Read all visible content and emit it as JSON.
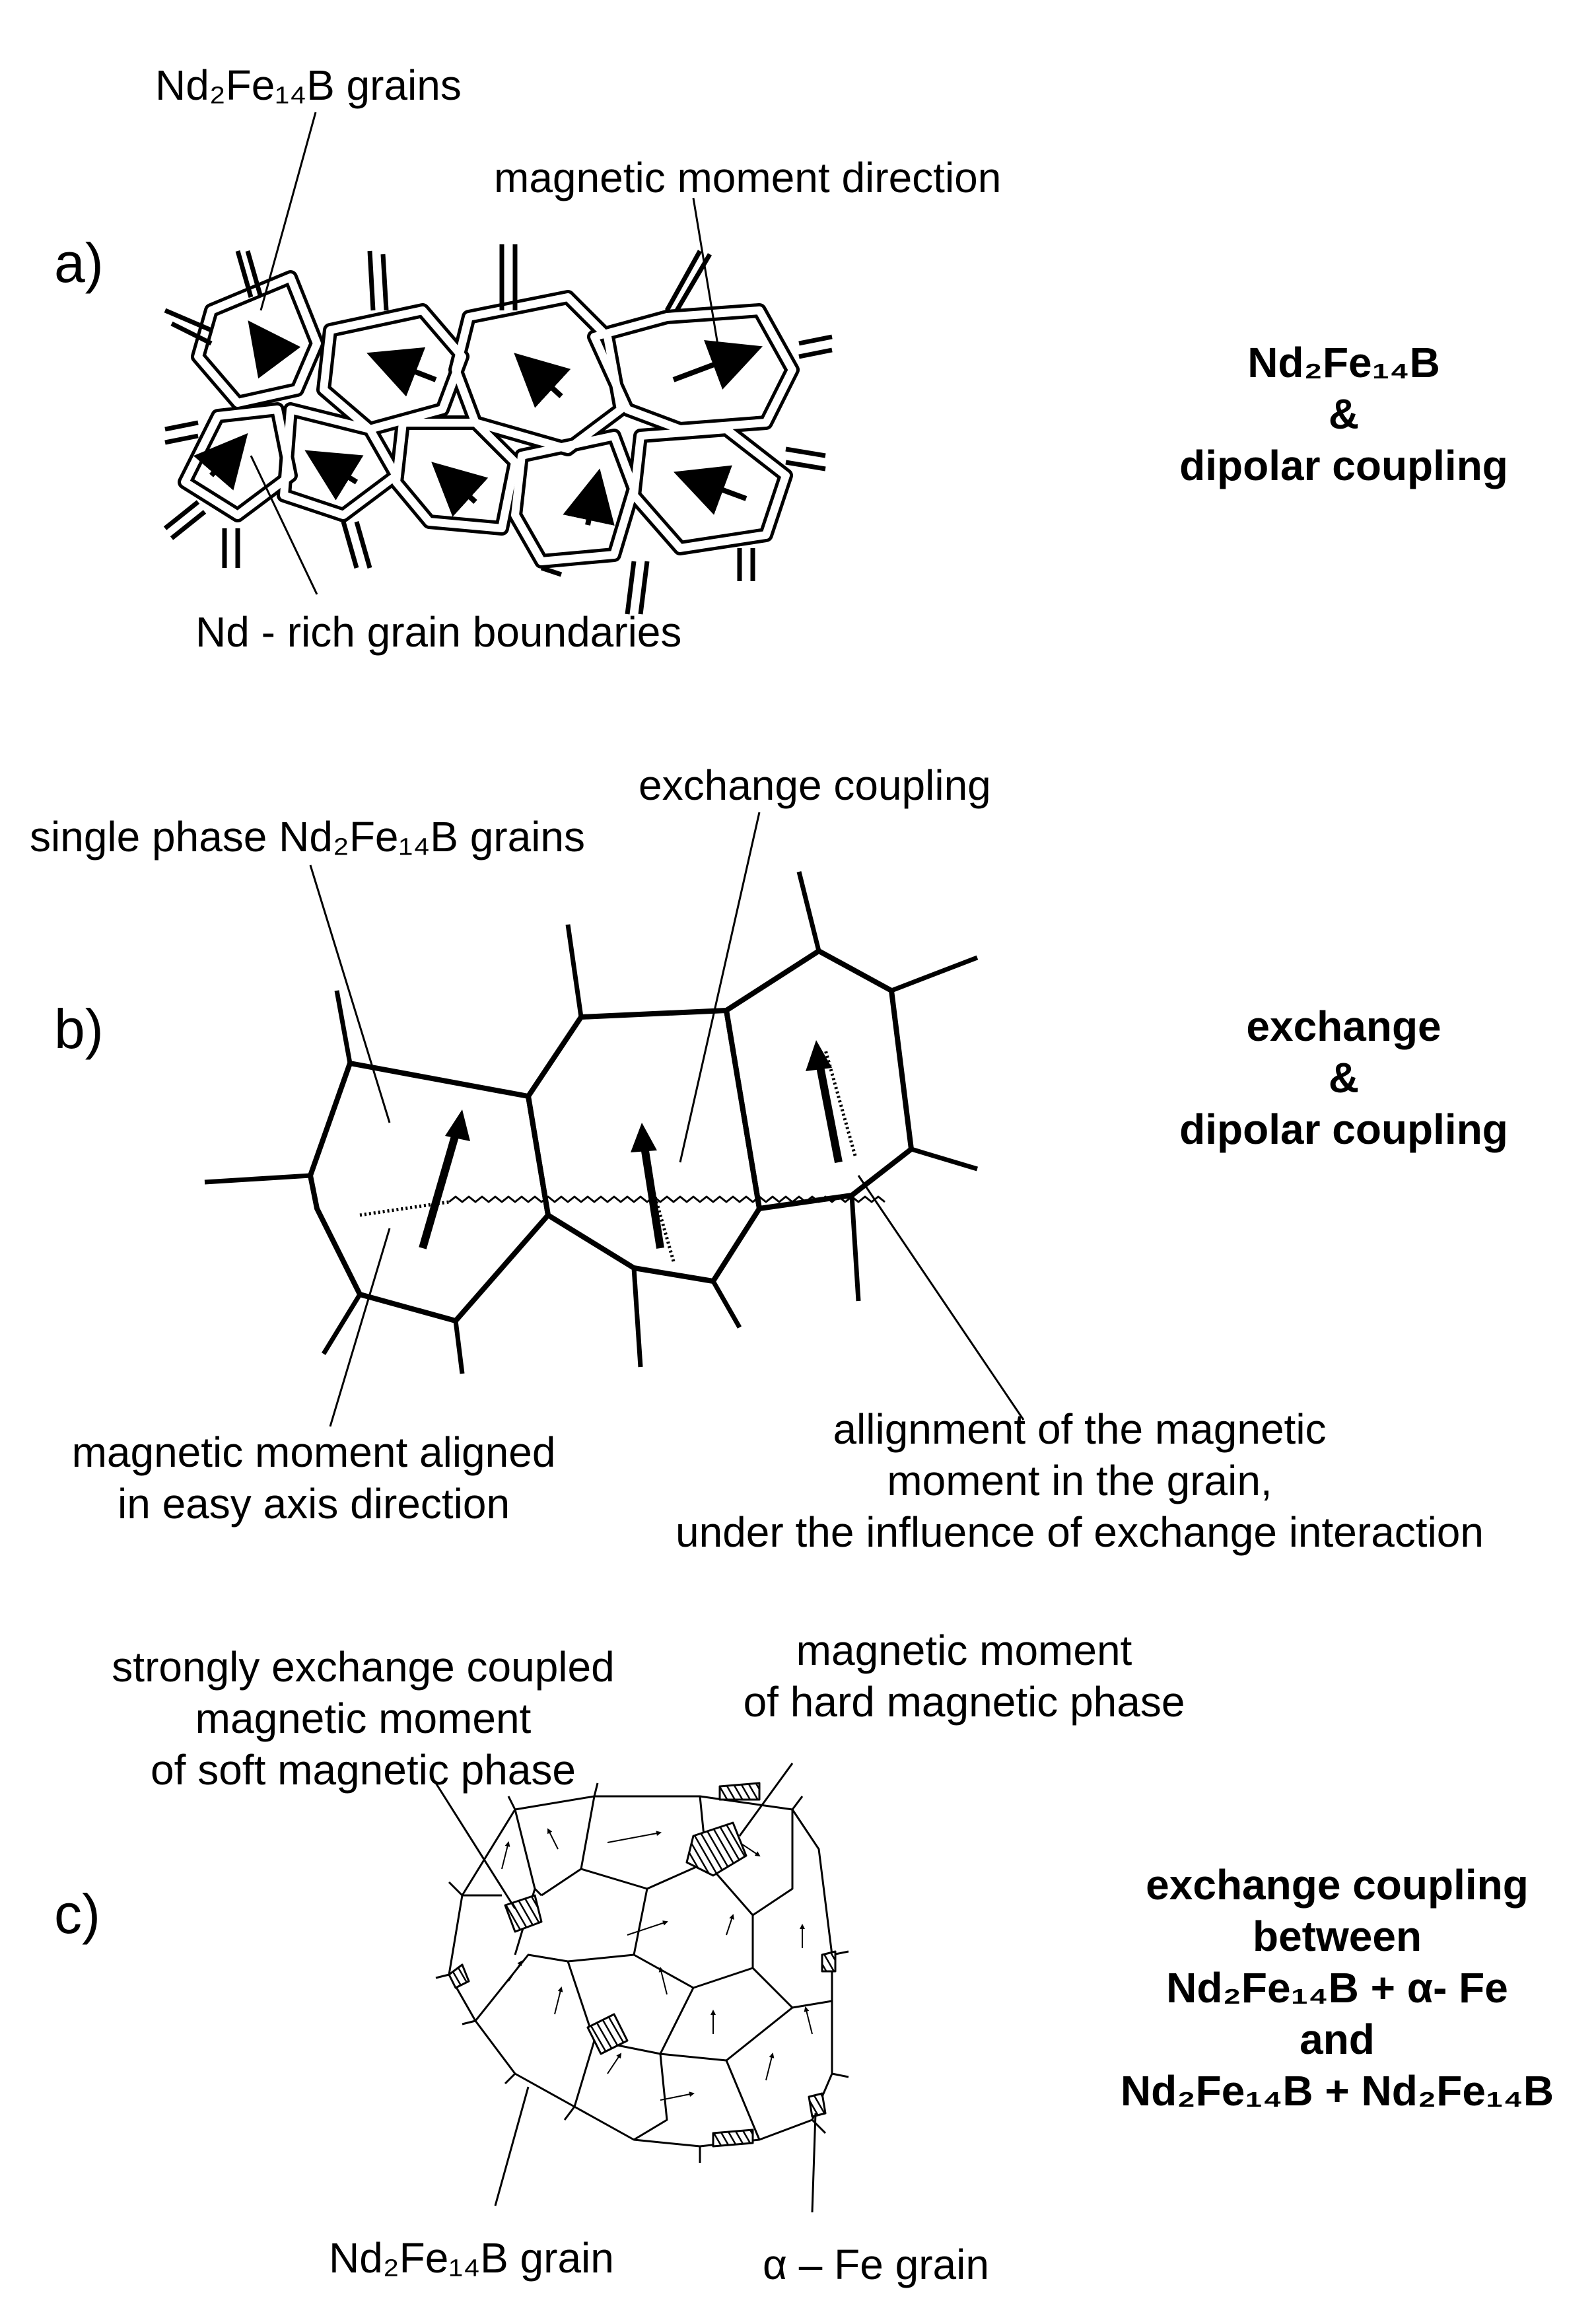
{
  "panels": {
    "a": {
      "letter": "a)",
      "grains_label": "Nd₂Fe₁₄B grains",
      "moment_label": "magnetic moment direction",
      "boundaries_label": "Nd - rich grain boundaries",
      "side": [
        "Nd₂Fe₁₄B",
        "&",
        "dipolar coupling"
      ]
    },
    "b": {
      "letter": "b)",
      "grains_label": "single phase Nd₂Fe₁₄B grains",
      "exchange_label": "exchange coupling",
      "easy_axis_label": [
        "magnetic moment aligned",
        "in easy axis direction"
      ],
      "alignment_label": [
        "allignment of the magnetic",
        "moment in the grain,",
        "under the influence of exchange interaction"
      ],
      "side": [
        "exchange",
        "&",
        "dipolar coupling"
      ]
    },
    "c": {
      "letter": "c)",
      "soft_label": [
        "strongly exchange coupled",
        "magnetic moment",
        "of soft magnetic phase"
      ],
      "hard_label": [
        "magnetic moment",
        "of hard magnetic phase"
      ],
      "ndfeb_grain_label": "Nd₂Fe₁₄B grain",
      "fe_grain_label": "α – Fe grain",
      "side": [
        "exchange coupling",
        "between",
        "Nd₂Fe₁₄B + α- Fe",
        "and",
        "Nd₂Fe₁₄B + Nd₂Fe₁₄B"
      ]
    }
  }
}
